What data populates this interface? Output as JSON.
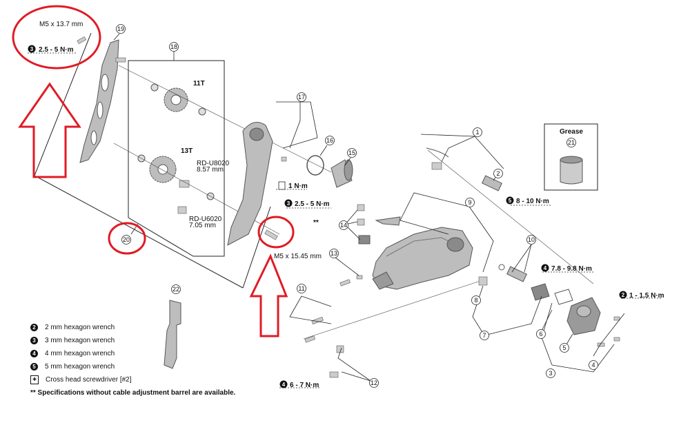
{
  "colors": {
    "annotation": "#e01b24",
    "line": "#222222",
    "part_fill": "#bdbdbd",
    "part_dark": "#8a8a8a"
  },
  "labels": {
    "bolt_19_size": "M5 x 13.7 mm",
    "bolt_19_torque": "2.5 - 5 N·m",
    "bolt_19_tool": "3",
    "pulley_top": "11T",
    "pulley_bottom": "13T",
    "spacer_u8020_model": "RD-U8020",
    "spacer_u8020_len": "8.57 mm",
    "spacer_u6020_model": "RD-U6020",
    "spacer_u6020_len": "7.05 mm",
    "screw_17_torque": "1 N·m",
    "bolt_pivot_torque": "2.5 - 5 N·m",
    "bolt_pivot_tool": "3",
    "bolt_pivot_size": "M5 x 15.45 mm",
    "grease_title": "Grease",
    "part2_torque": "8 - 10 N·m",
    "part2_tool": "5",
    "part10_torque": "7.8 - 9.8 N·m",
    "part10_tool": "4",
    "part4_torque": "1 - 1.5 N·m",
    "part4_tool": "2",
    "part12_torque": "6 - 7 N·m",
    "part12_tool": "4",
    "double_star": "**"
  },
  "part_numbers": {
    "p1": "1",
    "p2": "2",
    "p3": "3",
    "p4": "4",
    "p5": "5",
    "p6": "6",
    "p7": "7",
    "p8": "8",
    "p9": "9",
    "p10": "10",
    "p11": "11",
    "p12": "12",
    "p13": "13",
    "p14": "14",
    "p15": "15",
    "p16": "16",
    "p17": "17",
    "p18": "18",
    "p19": "19",
    "p20": "20",
    "p21": "21",
    "p22": "22"
  },
  "legend": {
    "tool2_num": "2",
    "tool2": "2 mm hexagon wrench",
    "tool3_num": "3",
    "tool3": "3 mm hexagon wrench",
    "tool4_num": "4",
    "tool4": "4 mm hexagon wrench",
    "tool5_num": "5",
    "tool5": "5 mm hexagon wrench",
    "screwdriver": "Cross head screwdriver [#2]",
    "note": "** Specifications without cable adjustment barrel are available."
  }
}
